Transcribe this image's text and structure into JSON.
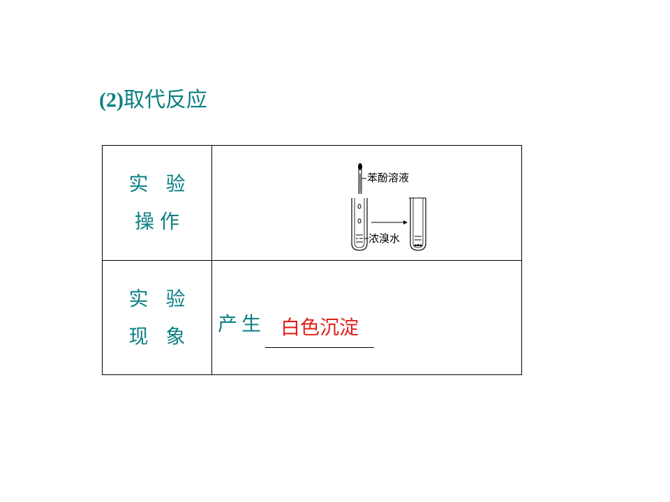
{
  "title": {
    "number": "(2)",
    "text": "取代反应"
  },
  "table": {
    "rows": [
      {
        "label_line1": "实 验",
        "label_line2": "操作",
        "apparatus": {
          "reagent_top_label": "苯酚溶液",
          "reagent_bottom_label": "浓溴水"
        }
      },
      {
        "label_line1": "实 验",
        "label_line2": "现 象",
        "phenomenon_prefix": "产生",
        "phenomenon_answer": "白色沉淀"
      }
    ]
  },
  "colors": {
    "title": "#0a7f83",
    "answer": "#e0201b",
    "border": "#000000"
  }
}
